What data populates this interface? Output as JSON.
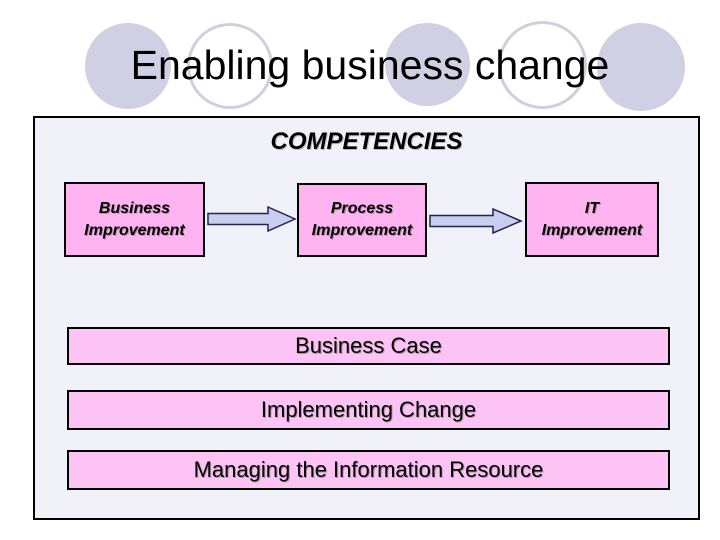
{
  "slide": {
    "title": "Enabling business change",
    "panel": {
      "heading": "COMPETENCIES",
      "flow_boxes": [
        {
          "line1": "Business",
          "line2": "Improvement"
        },
        {
          "line1": "Process",
          "line2": "Improvement"
        },
        {
          "line1": "IT",
          "line2": "Improvement"
        }
      ],
      "bars": [
        "Business Case",
        "Implementing Change",
        "Managing the Information Resource"
      ]
    },
    "colors": {
      "panel_background": "#f1f1fa",
      "flow_box_pink": "#ffb3f0",
      "bar_pink": "#fdc3f4",
      "arrow_fill": "#c9cef1",
      "arrow_stroke": "#232350",
      "circle_fill": "#d0d0e4",
      "circle_outline_stroke": "#cfcfdd",
      "text": "#000000"
    }
  }
}
